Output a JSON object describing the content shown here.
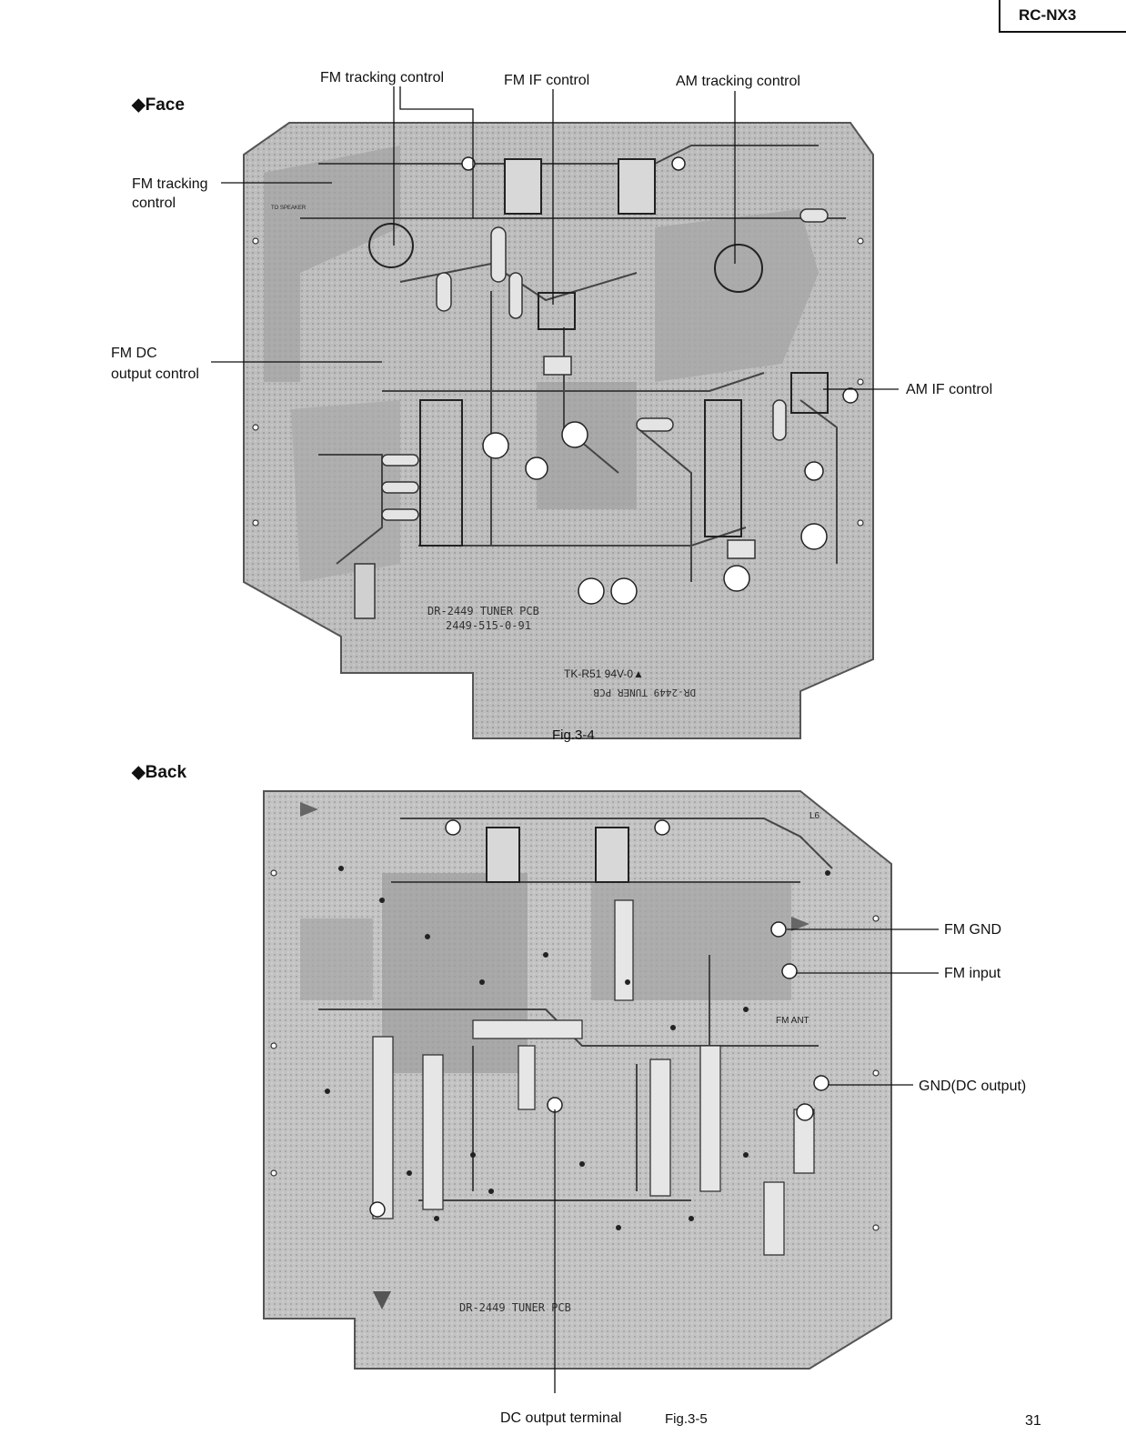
{
  "header": {
    "model": "RC-NX3"
  },
  "sections": {
    "face": "◆Face",
    "back": "◆Back"
  },
  "figures": {
    "face": "Fig.3-4",
    "back": "Fig.3-5"
  },
  "page_number": "31",
  "face_labels": {
    "fm_tracking_top": "FM tracking control",
    "fm_if_control": "FM IF control",
    "am_tracking_control": "AM tracking control",
    "fm_tracking_left_1": "FM tracking",
    "fm_tracking_left_2": "control",
    "fm_dc_1": "FM DC",
    "fm_dc_2": "output control",
    "am_if_control": "AM IF control"
  },
  "face_board_text": {
    "pcb_name": "DR-2449 TUNER PCB",
    "pcb_code": "2449-515-0-91",
    "tk": "TK-R51 94V-0▲",
    "mirrored": "DR-2449 TUNER PCB",
    "to_speaker": "TO SPEAKER"
  },
  "back_labels": {
    "fm_gnd": "FM GND",
    "fm_input": "FM input",
    "gnd_dc": "GND(DC output)",
    "dc_terminal": "DC output terminal"
  },
  "back_board_text": {
    "pcb_name": "DR-2449 TUNER PCB",
    "fm_ant": "FM ANT",
    "l6": "L6"
  },
  "colors": {
    "board": "#b9b9b9",
    "copper": "#8e8e8e",
    "ink": "#111111"
  }
}
